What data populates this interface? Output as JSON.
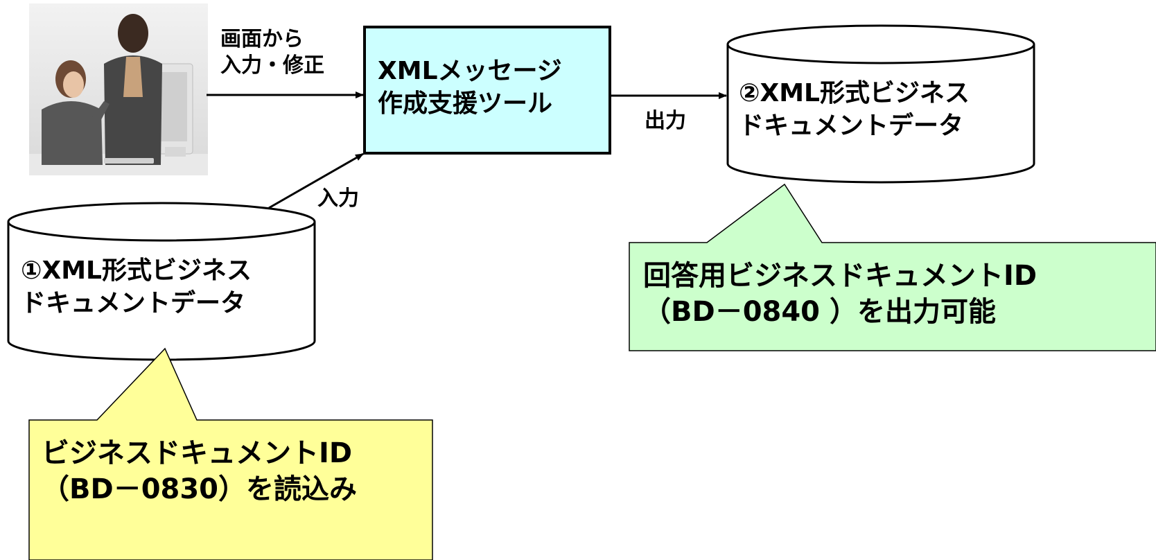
{
  "left_input_label": [
    "画面から",
    "入力・修正"
  ],
  "tool_box": [
    "XMLメッセージ",
    "作成支援ツール"
  ],
  "input_label": "入力",
  "output_label": "出力",
  "input_db": [
    "①XML形式ビジネス",
    "ドキュメントデータ"
  ],
  "output_db": [
    "②XML形式ビジネス",
    "ドキュメントデータ"
  ],
  "input_callout": [
    "ビジネスドキュメントID",
    "（BD－0830）を読込み"
  ],
  "output_callout": [
    "回答用ビジネスドキュメントID",
    "（BD－0840 ）を出力可能"
  ],
  "colors": {
    "tool_fill": "#ccffff",
    "input_callout_fill": "#ffff99",
    "output_callout_fill": "#ccffcc",
    "stroke": "#000000"
  }
}
